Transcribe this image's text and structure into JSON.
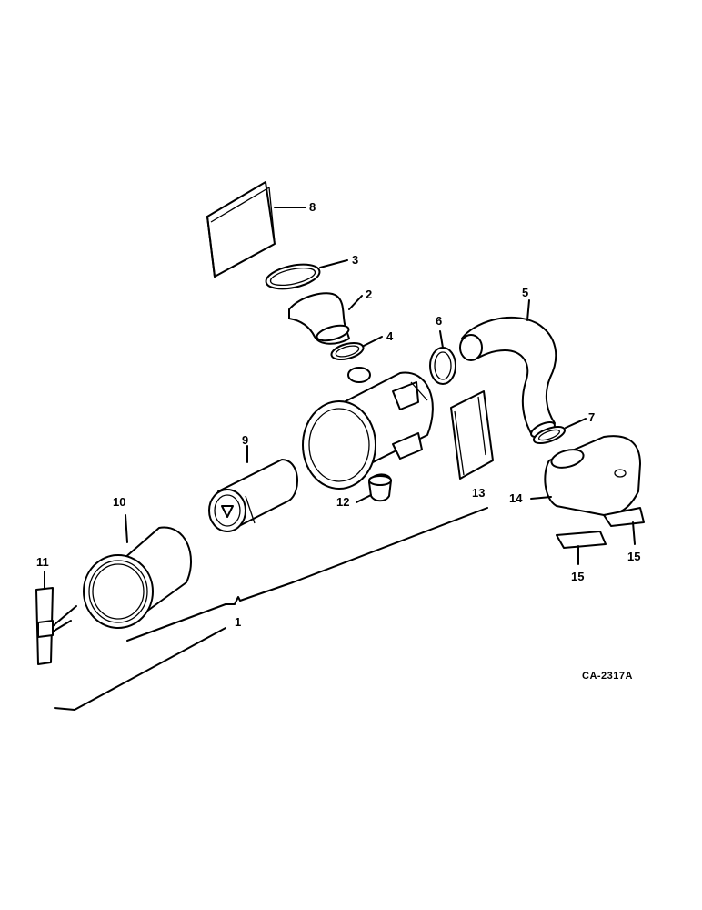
{
  "diagram": {
    "reference_code": "CA-2317A",
    "callouts": {
      "c1": "1",
      "c2": "2",
      "c3": "3",
      "c4": "4",
      "c5": "5",
      "c6": "6",
      "c7": "7",
      "c8": "8",
      "c9": "9",
      "c10": "10",
      "c11": "11",
      "c12": "12",
      "c13": "13",
      "c14": "14",
      "c15a": "15",
      "c15b": "15"
    }
  }
}
